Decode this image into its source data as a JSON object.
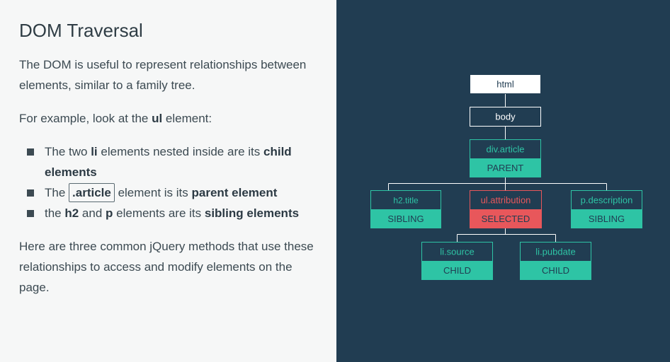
{
  "slide": {
    "title": "DOM Traversal",
    "intro": "The DOM is useful to represent relationships between elements, similar to a family tree.",
    "example_prefix": "For example, look at the ",
    "example_code": "ul",
    "example_suffix": " element:",
    "bullets": [
      {
        "pre": "The two ",
        "b1": "li",
        "mid": " elements nested inside are its ",
        "b2": "child elements",
        "post": ""
      },
      {
        "pre": "The ",
        "b1": ".article",
        "mid": " element is its ",
        "b2": "parent element",
        "post": ""
      },
      {
        "pre": "the ",
        "b1": "h2",
        "mid": " and ",
        "b2": "p",
        "mid2": " elements are its ",
        "b3": "sibling elements"
      }
    ],
    "outro": "Here are three common jQuery methods that use these relationships to access and modify elements on the page."
  },
  "tree": {
    "colors": {
      "background": "#213d52",
      "teal": "#2ec4a5",
      "selected": "#e8575b",
      "white": "#ffffff",
      "line": "#ffffff"
    },
    "nodes": {
      "html": {
        "label": "html"
      },
      "body": {
        "label": "body"
      },
      "div_article": {
        "label": "div.article",
        "role": "PARENT"
      },
      "h2_title": {
        "label": "h2.title",
        "role": "SIBLING"
      },
      "ul_attribution": {
        "label": "ul.attribution",
        "role": "SELECTED"
      },
      "p_description": {
        "label": "p.description",
        "role": "SIBLING"
      },
      "li_source": {
        "label": "li.source",
        "role": "CHILD"
      },
      "li_pubdate": {
        "label": "li.pubdate",
        "role": "CHILD"
      }
    }
  }
}
